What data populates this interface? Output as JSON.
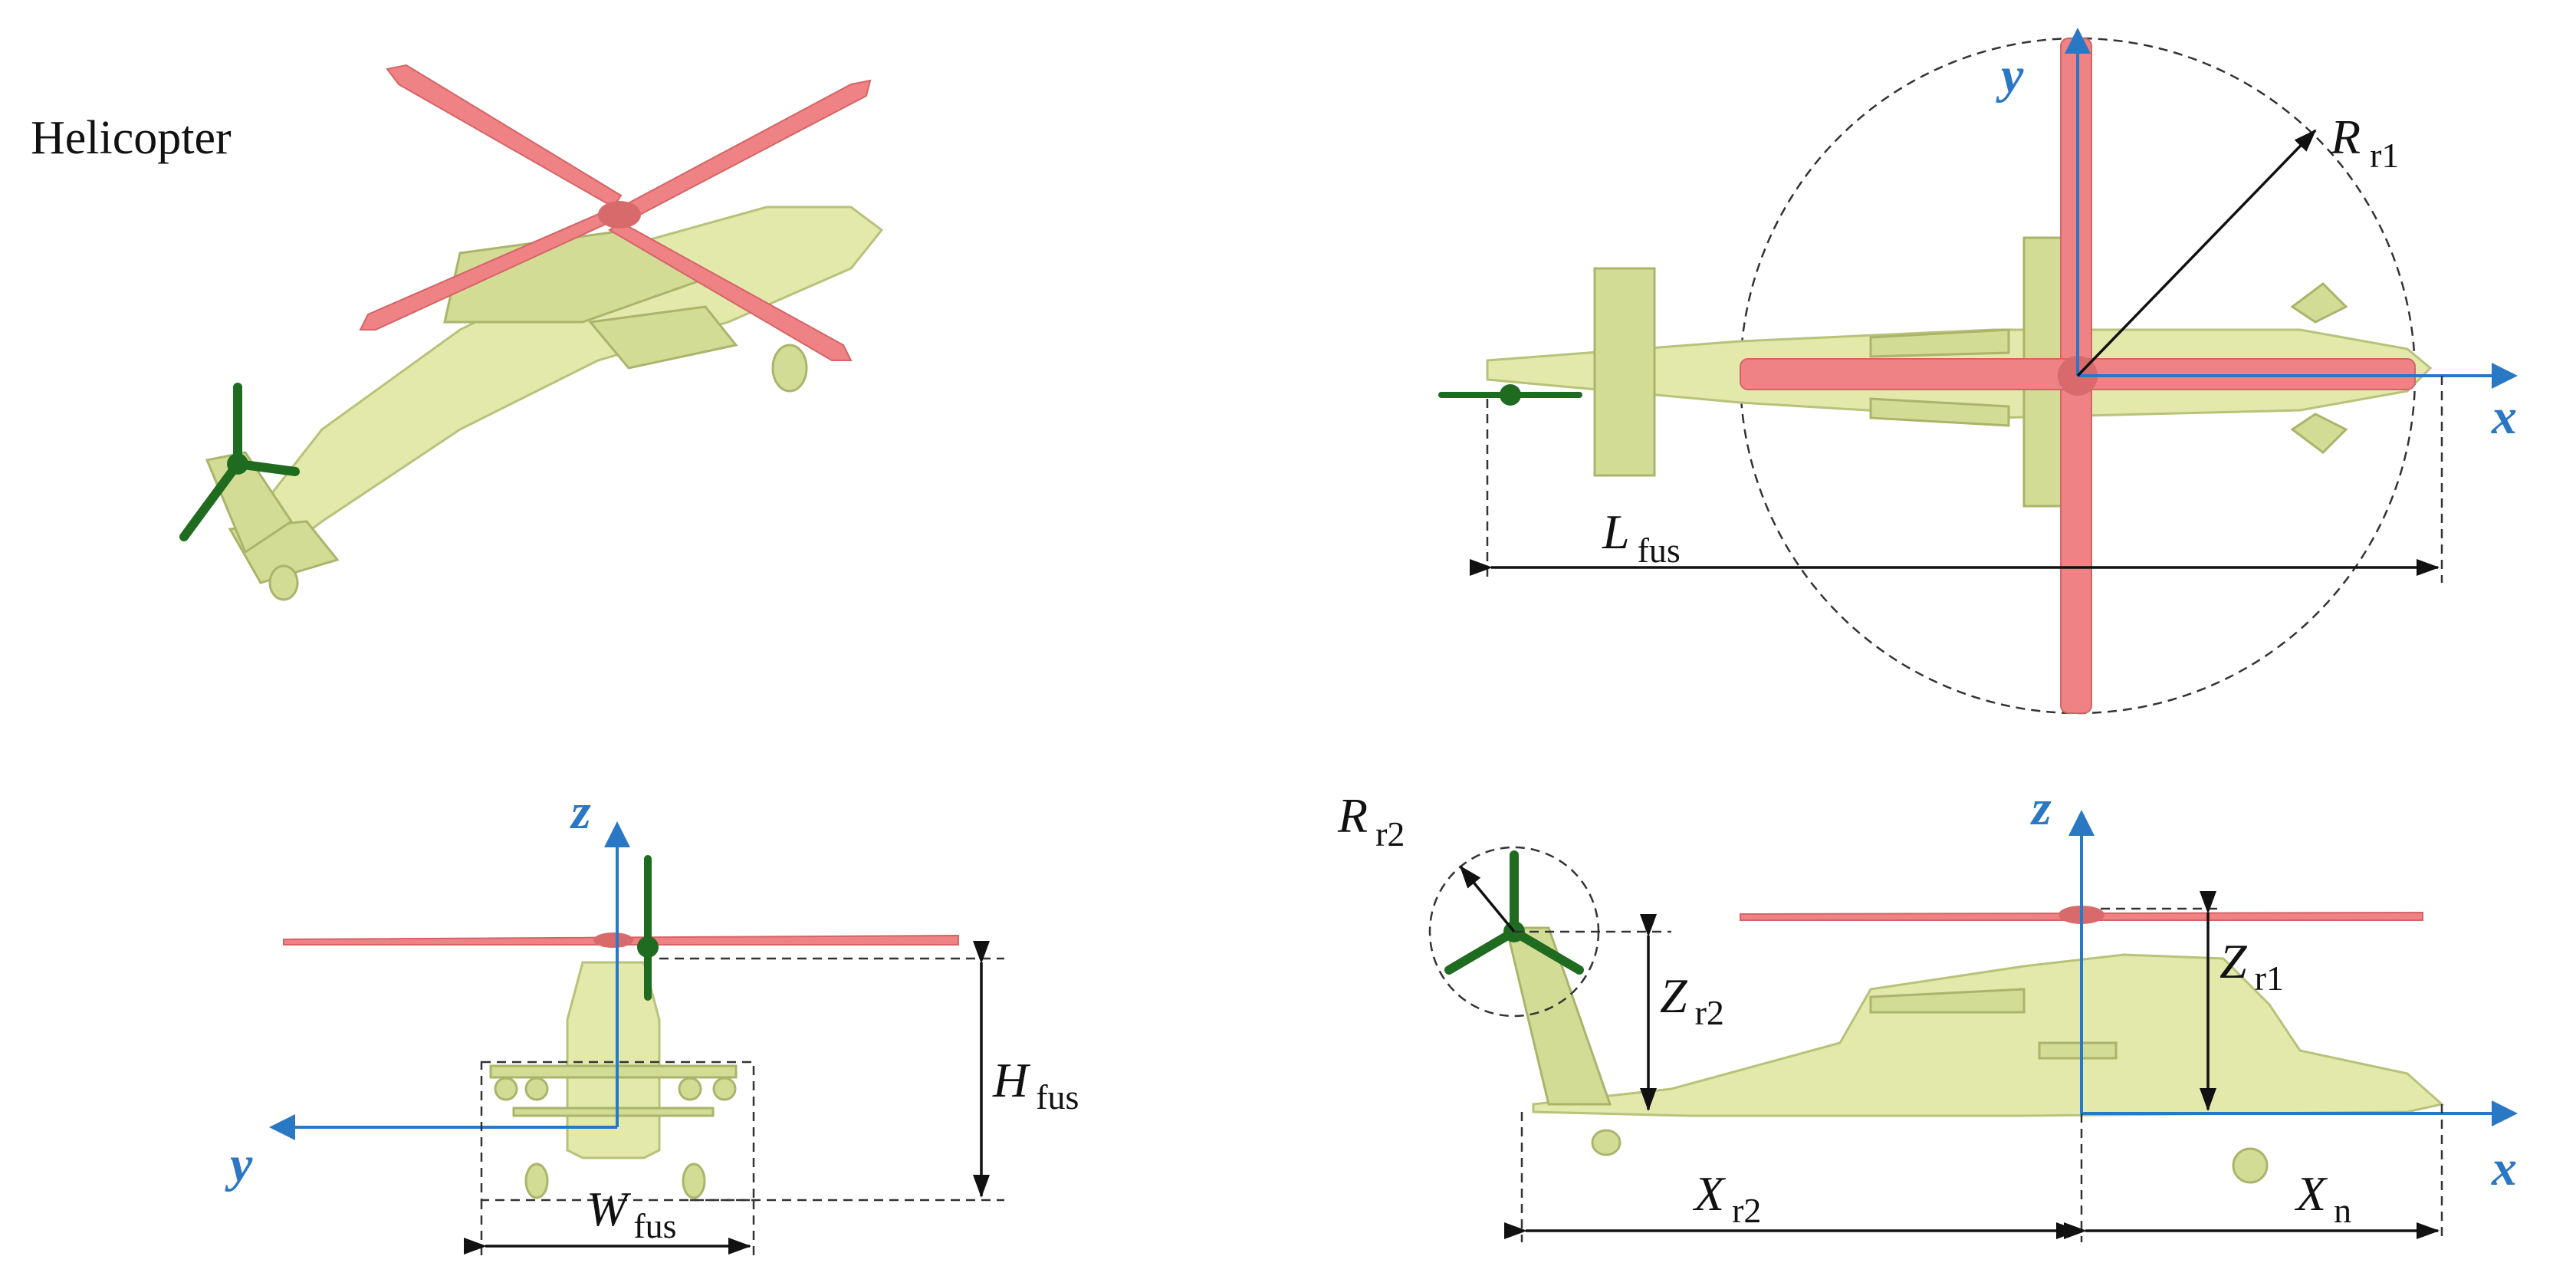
{
  "title": "Helicopter",
  "labels": {
    "r_r1": {
      "main": "R",
      "sub": "r1"
    },
    "l_fus": {
      "main": "L",
      "sub": "fus"
    },
    "h_fus": {
      "main": "H",
      "sub": "fus"
    },
    "w_fus": {
      "main": "W",
      "sub": "fus"
    },
    "r_r2": {
      "main": "R",
      "sub": "r2"
    },
    "z_r2": {
      "main": "Z",
      "sub": "r2"
    },
    "z_r1": {
      "main": "Z",
      "sub": "r1"
    },
    "x_r2": {
      "main": "X",
      "sub": "r2"
    },
    "x_n": {
      "main": "X",
      "sub": "n"
    }
  },
  "axes": {
    "top_y": "y",
    "top_x": "x",
    "front_z": "z",
    "front_y": "y",
    "side_z": "z",
    "side_x": "x"
  },
  "colors": {
    "fuselage": "#e2e9aa",
    "main_rotor": "#ee8284",
    "tail_rotor": "#1f6b1f",
    "axis": "#2a78c4"
  }
}
